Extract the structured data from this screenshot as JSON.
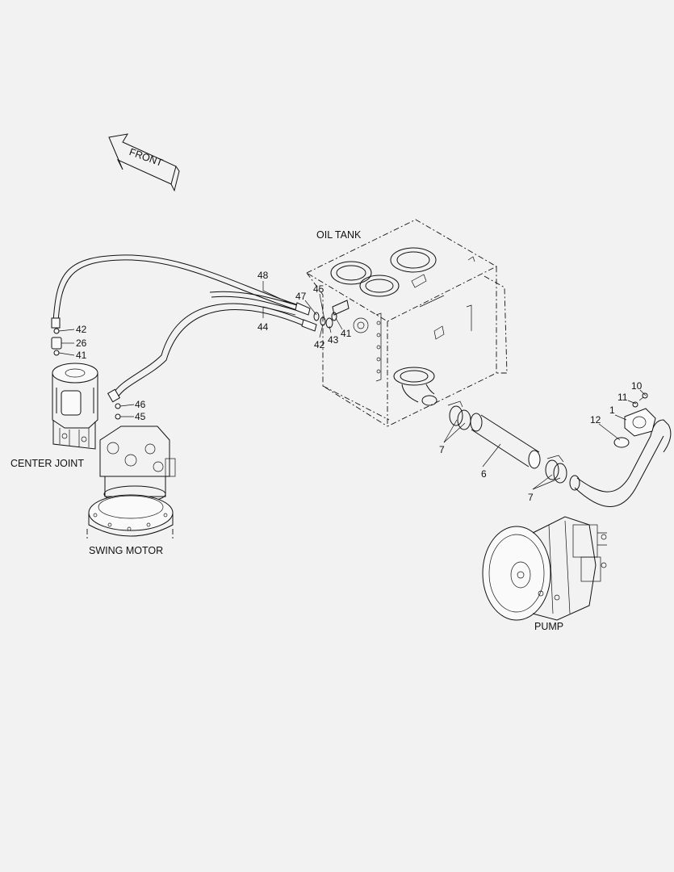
{
  "arrow": {
    "label": "FRONT"
  },
  "components": {
    "oil_tank": "OIL TANK",
    "center_joint": "CENTER JOINT",
    "swing_motor": "SWING MOTOR",
    "pump": "PUMP"
  },
  "callouts": {
    "c48": "48",
    "c44": "44",
    "c47": "47",
    "c45a": "45",
    "c42a": "42",
    "c43": "43",
    "c41a": "41",
    "c42b": "42",
    "c26": "26",
    "c41b": "41",
    "c46": "46",
    "c45b": "45",
    "c10": "10",
    "c11": "11",
    "c1": "1",
    "c12": "12",
    "c7a": "7",
    "c6": "6",
    "c7b": "7"
  }
}
